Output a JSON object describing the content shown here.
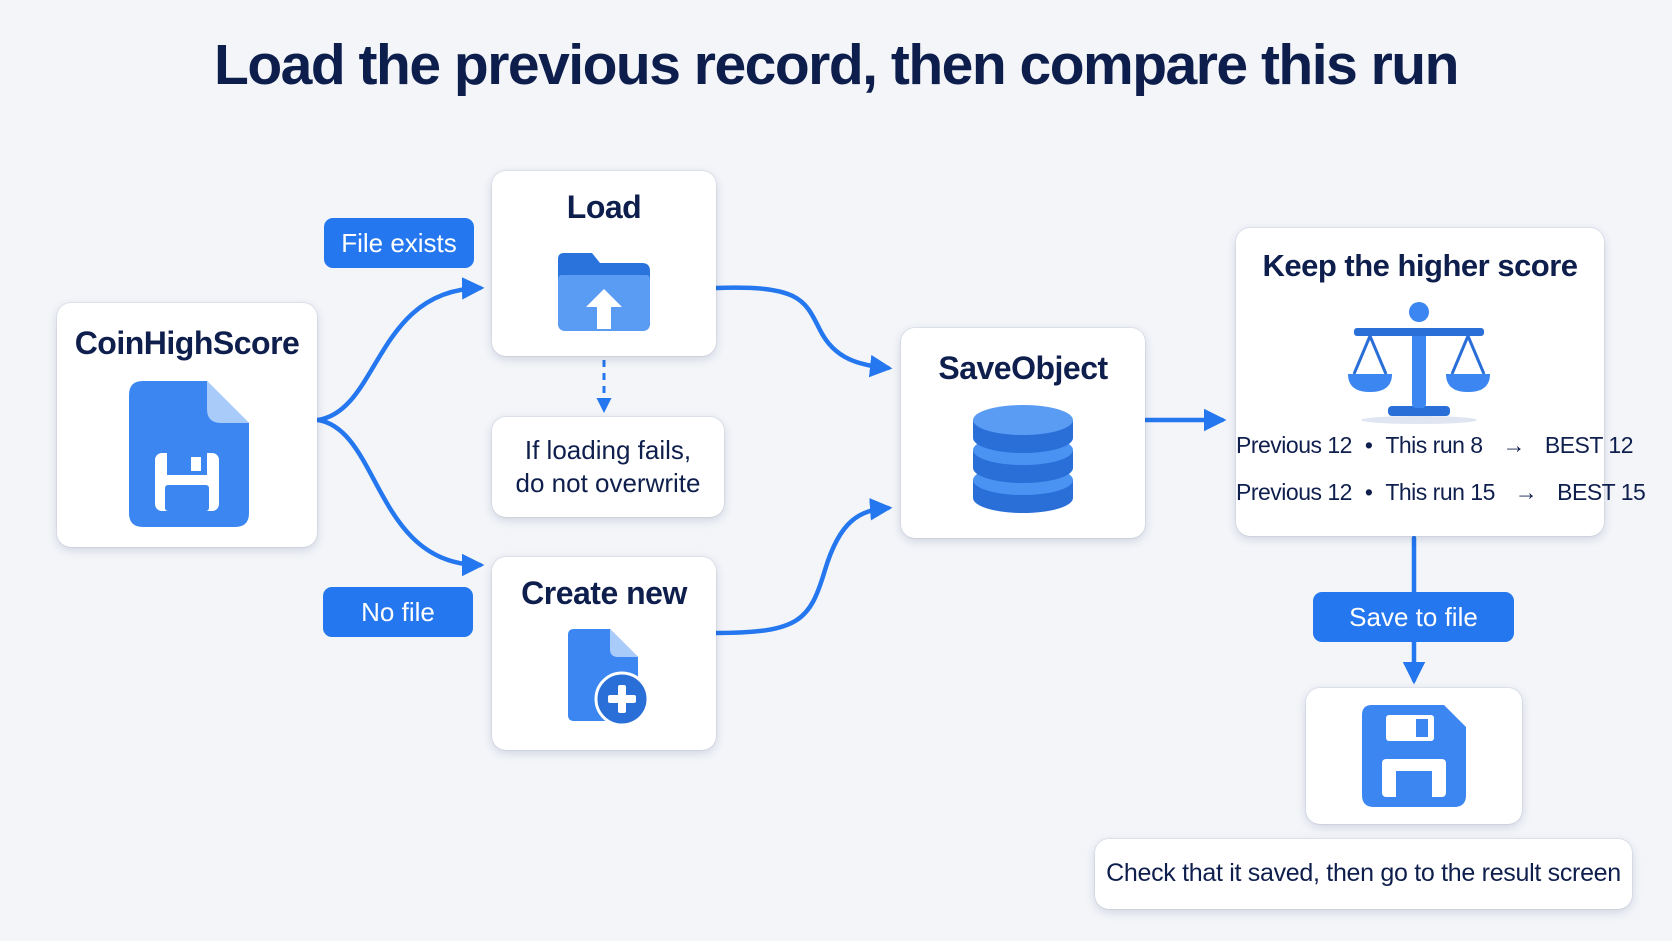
{
  "title": "Load the previous record, then compare this run",
  "colors": {
    "accent": "#2477ee",
    "icon_fill": "#3b86f0",
    "icon_dark": "#1f64d6",
    "text": "#0f1f4d"
  },
  "nodes": {
    "source": {
      "title": "CoinHighScore",
      "icon": "save-file-icon"
    },
    "load": {
      "title": "Load",
      "icon": "folder-upload-icon"
    },
    "load_fail_note": {
      "line1": "If loading fails,",
      "line2": "do not overwrite"
    },
    "create": {
      "title": "Create new",
      "icon": "new-file-icon"
    },
    "save_object": {
      "title": "SaveObject",
      "icon": "database-icon"
    },
    "compare": {
      "title": "Keep the higher score",
      "icon": "balance-scale-icon",
      "rows": [
        {
          "previous": "Previous 12",
          "this_run": "This run 8",
          "best": "BEST 12"
        },
        {
          "previous": "Previous 12",
          "this_run": "This run 15",
          "best": "BEST 15"
        }
      ],
      "separator": "•",
      "arrow": "→"
    },
    "save_file": {
      "icon": "floppy-disk-icon"
    },
    "final_note": "Check that it saved, then go to the result screen"
  },
  "edge_labels": {
    "file_exists": "File exists",
    "no_file": "No file",
    "save_to_file": "Save to file"
  }
}
